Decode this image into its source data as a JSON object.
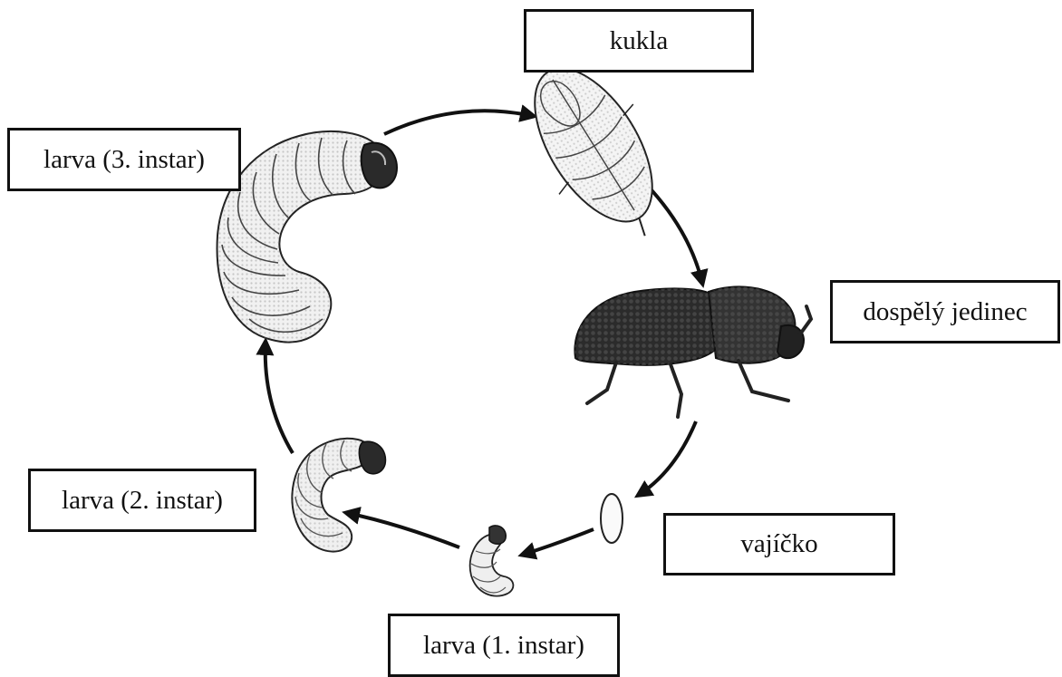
{
  "labels": {
    "pupa": "kukla",
    "adult": "dospělý jedinec",
    "egg": "vajíčko",
    "larva1": "larva (1. instar)",
    "larva2": "larva (2. instar)",
    "larva3": "larva (3. instar)"
  },
  "colors": {
    "ink": "#111111",
    "beetle": "#2b2b2b",
    "larva_fill": "#f1f1f1"
  }
}
